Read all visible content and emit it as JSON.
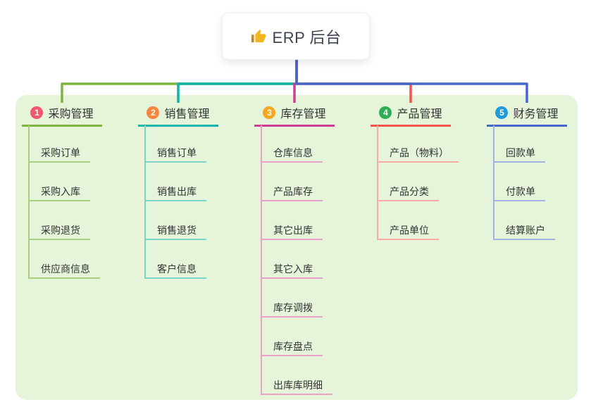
{
  "root": {
    "title": "ERP 后台",
    "icon": "thumbs-up-icon"
  },
  "branches": [
    {
      "num": "1",
      "label": "采购管理",
      "badge_color": "#f4566d",
      "line_color": "#7db53e",
      "soft_color": "#a8cf7d",
      "children": [
        "采购订单",
        "采购入库",
        "采购退货",
        "供应商信息"
      ]
    },
    {
      "num": "2",
      "label": "销售管理",
      "badge_color": "#f7853e",
      "line_color": "#0fb5a9",
      "soft_color": "#7cd3c8",
      "children": [
        "销售订单",
        "销售出库",
        "销售退货",
        "客户信息"
      ]
    },
    {
      "num": "3",
      "label": "库存管理",
      "badge_color": "#f8a61f",
      "line_color": "#ce3d95",
      "soft_color": "#e9a3cb",
      "children": [
        "仓库信息",
        "产品库存",
        "其它出库",
        "其它入库",
        "库存调拨",
        "库存盘点",
        "出库库明细"
      ]
    },
    {
      "num": "4",
      "label": "产品管理",
      "badge_color": "#2fae55",
      "line_color": "#f4544c",
      "soft_color": "#f7aba1",
      "children": [
        "产品（物料）",
        "产品分类",
        "产品单位"
      ]
    },
    {
      "num": "5",
      "label": "财务管理",
      "badge_color": "#209bd8",
      "line_color": "#4467cb",
      "soft_color": "#a2b2e3",
      "children": [
        "回款单",
        "付款单",
        "结算账户"
      ]
    }
  ],
  "colors": {
    "page_bg": "#ffffff",
    "container_bg": "#e6f4da",
    "text": "#333333",
    "root_text": "#3d4350",
    "thumb_main": "#f3b51f",
    "thumb_sleeve": "#bf8a2f"
  }
}
